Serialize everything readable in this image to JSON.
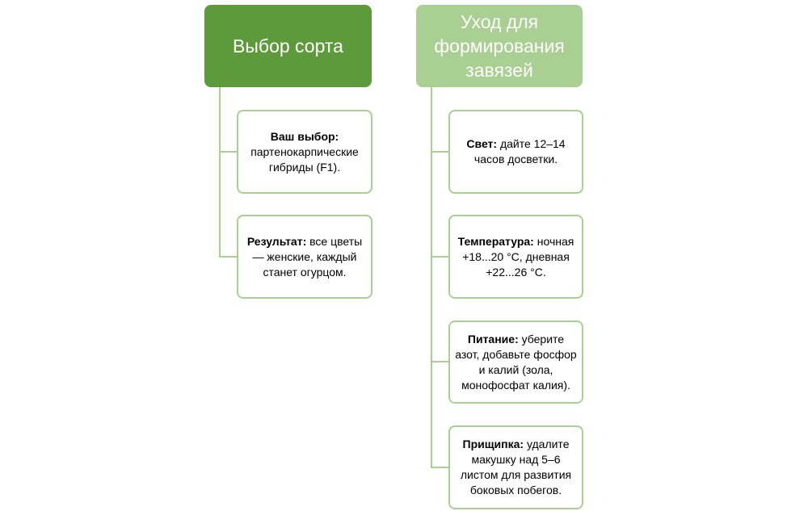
{
  "columns": [
    {
      "header": "Выбор сорта",
      "items": [
        {
          "label": "Ваш выбор:",
          "text": "партенокарпические гибриды (F1)."
        },
        {
          "label": "Результат:",
          "text": "все цветы — женские, каждый станет огурцом."
        }
      ]
    },
    {
      "header": "Уход для формирования завязей",
      "items": [
        {
          "label": "Свет:",
          "text": "дайте 12–14 часов досветки."
        },
        {
          "label": "Температура:",
          "text": "ночная +18...20 °C, дневная +22...26 °C."
        },
        {
          "label": "Питание:",
          "text": "уберите азот, добавьте фосфор и калий (зола, монофосфат калия)."
        },
        {
          "label": "Прищипка:",
          "text": "удалите макушку над 5–6 листом для развития боковых побегов."
        }
      ]
    }
  ],
  "colors": {
    "header_dark": "#5c9a3c",
    "header_light": "#a9cf92",
    "connector": "#a9cf92",
    "card_border": "#a9cf92"
  }
}
